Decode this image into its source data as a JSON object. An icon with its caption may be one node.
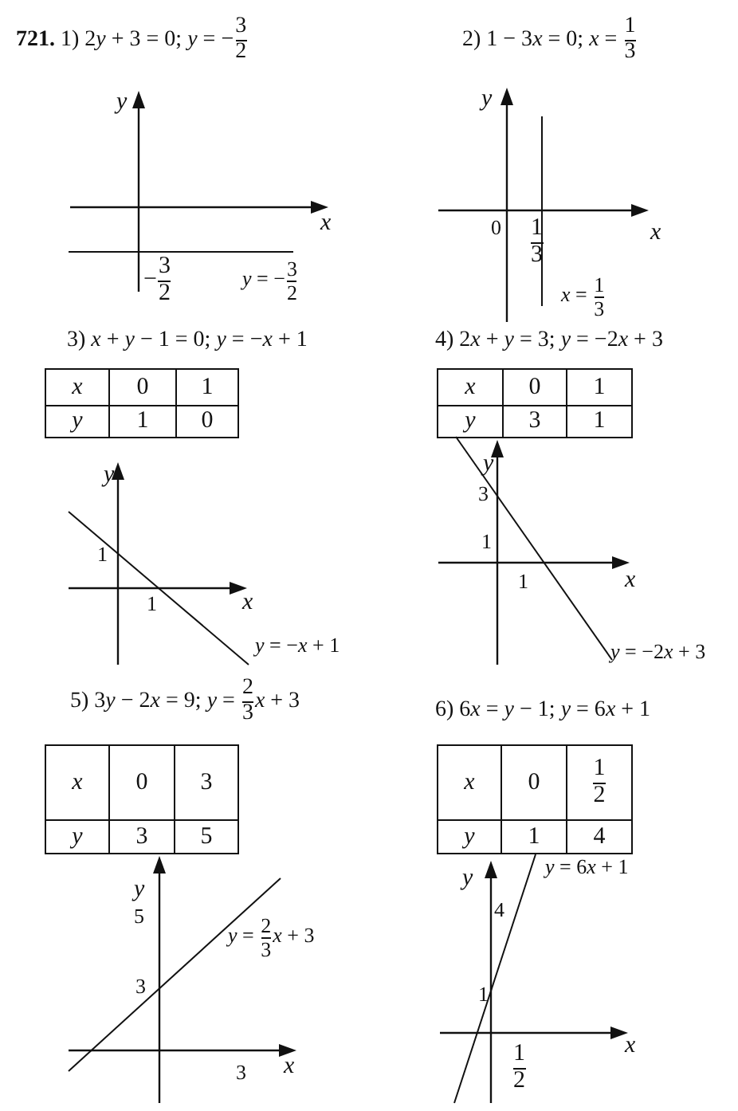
{
  "diagram": {
    "labels": [
      "**721.** 1) 2y + 3 = 0;  y = −3/2",
      "y",
      "x",
      "−3/2",
      "y = −3/2",
      "2) 1 − 3x = 0;  x = 1/3",
      "y",
      "0",
      "1/3",
      "x",
      "x = 1/3",
      "3) x + y − 1 = 0; y = −x + 1",
      "x",
      "0",
      "1",
      "y",
      "1",
      "0",
      "y",
      "1",
      "1",
      "x",
      "y = −x + 1",
      "4) 2x + y = 3; y = −2x + 3",
      "x",
      "0",
      "1",
      "y",
      "3",
      "1",
      "y",
      "3",
      "1",
      "1",
      "x",
      "y = −2x + 3",
      "5) 3y − 2x = 9;  y = 2/3x + 3",
      "x",
      "0",
      "3",
      "y",
      "3",
      "5",
      "y",
      "5",
      "y = 2/3x + 3",
      "3",
      "3",
      "x",
      "6) 6x = y − 1; y = 6x + 1",
      "x",
      "0",
      "1/2",
      "y",
      "1",
      "4",
      "y",
      "y = 6x + 1",
      "4",
      "1",
      "x",
      "1/2"
    ]
  }
}
